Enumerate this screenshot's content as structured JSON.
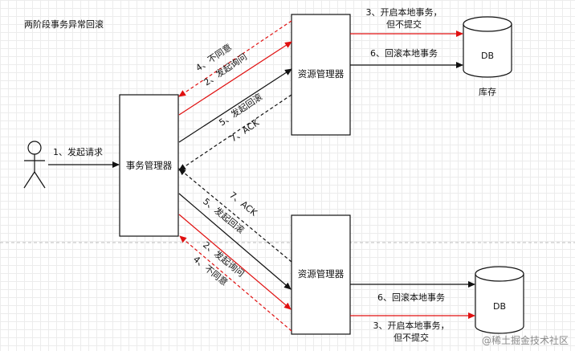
{
  "title": "两阶段事务异常回滚",
  "actor_arrow": "1、发起请求",
  "tm_label": "事务管理器",
  "rm_top_label": "资源管理器",
  "rm_bottom_label": "资源管理器",
  "db_top_label": "DB",
  "db_top_caption": "库存",
  "db_bottom_label": "DB",
  "top": {
    "reject": "4、不同意",
    "ask": "2、发起询问",
    "rollback": "5、发起回滚",
    "ack": "7、ACK",
    "start_line1": "3、开启本地事务，",
    "start_line2": "但不提交",
    "local_rollback": "6、回滚本地事务"
  },
  "bottom": {
    "ack": "7、ACK",
    "rollback": "5、发起回滚",
    "ask": "2、发起询问",
    "reject": "4、不同意",
    "local_rollback": "6、回滚本地事务",
    "start_line1": "3、开启本地事务，",
    "start_line2": "但不提交"
  },
  "watermark": "@稀土掘金技术社区",
  "colors": {
    "red": "#e01010",
    "black": "#111111",
    "divider": "#bbbbbb"
  }
}
